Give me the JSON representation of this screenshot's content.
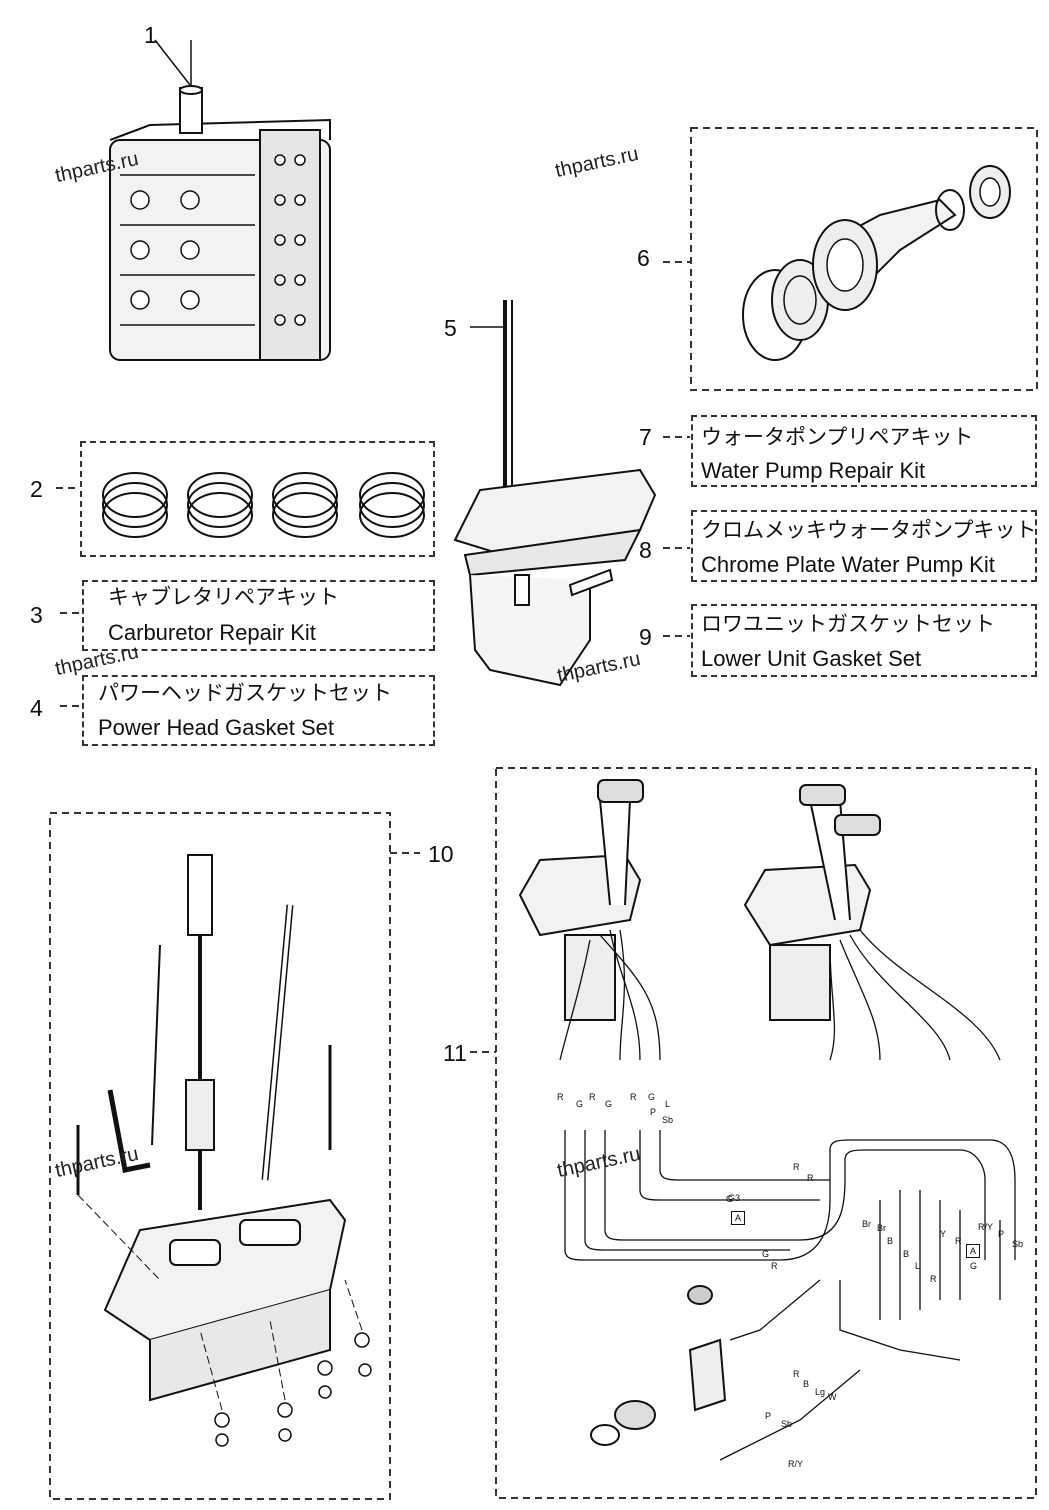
{
  "watermark": "thparts.ru",
  "callouts": [
    {
      "id": "1",
      "text": "1"
    },
    {
      "id": "2",
      "text": "2"
    },
    {
      "id": "3",
      "text": "3"
    },
    {
      "id": "4",
      "text": "4"
    },
    {
      "id": "5",
      "text": "5"
    },
    {
      "id": "6",
      "text": "6"
    },
    {
      "id": "7",
      "text": "7"
    },
    {
      "id": "8",
      "text": "8"
    },
    {
      "id": "9",
      "text": "9"
    },
    {
      "id": "10",
      "text": "10"
    },
    {
      "id": "11",
      "text": "11"
    }
  ],
  "kits": {
    "carburetor": {
      "jp": "キャブレタリペアキット",
      "en": "Carburetor Repair Kit"
    },
    "powerhead": {
      "jp": "パワーヘッドガスケットセット",
      "en": "Power Head Gasket Set"
    },
    "waterpump": {
      "jp": "ウォータポンプリペアキット",
      "en": "Water Pump Repair Kit"
    },
    "chrome": {
      "jp": "クロムメッキウォータポンプキット",
      "en": "Chrome Plate Water Pump Kit"
    },
    "lowerunit": {
      "jp": "ロワユニットガスケットセット",
      "en": "Lower Unit Gasket Set"
    }
  },
  "wire_labels": {
    "left_group": [
      "R",
      "G",
      "R",
      "G",
      "R",
      "G",
      "P",
      "L",
      "Sb"
    ],
    "harness": [
      "R",
      "R",
      "G",
      "R",
      "G",
      "Br",
      "Br",
      "B",
      "B",
      "L",
      "R",
      "Y",
      "R",
      "R/Y",
      "P",
      "Sb",
      "G",
      "R",
      "B",
      "Lg",
      "W",
      "P",
      "Sb",
      "R/Y"
    ],
    "connector_tag": "A",
    "g3_label": "G3"
  }
}
